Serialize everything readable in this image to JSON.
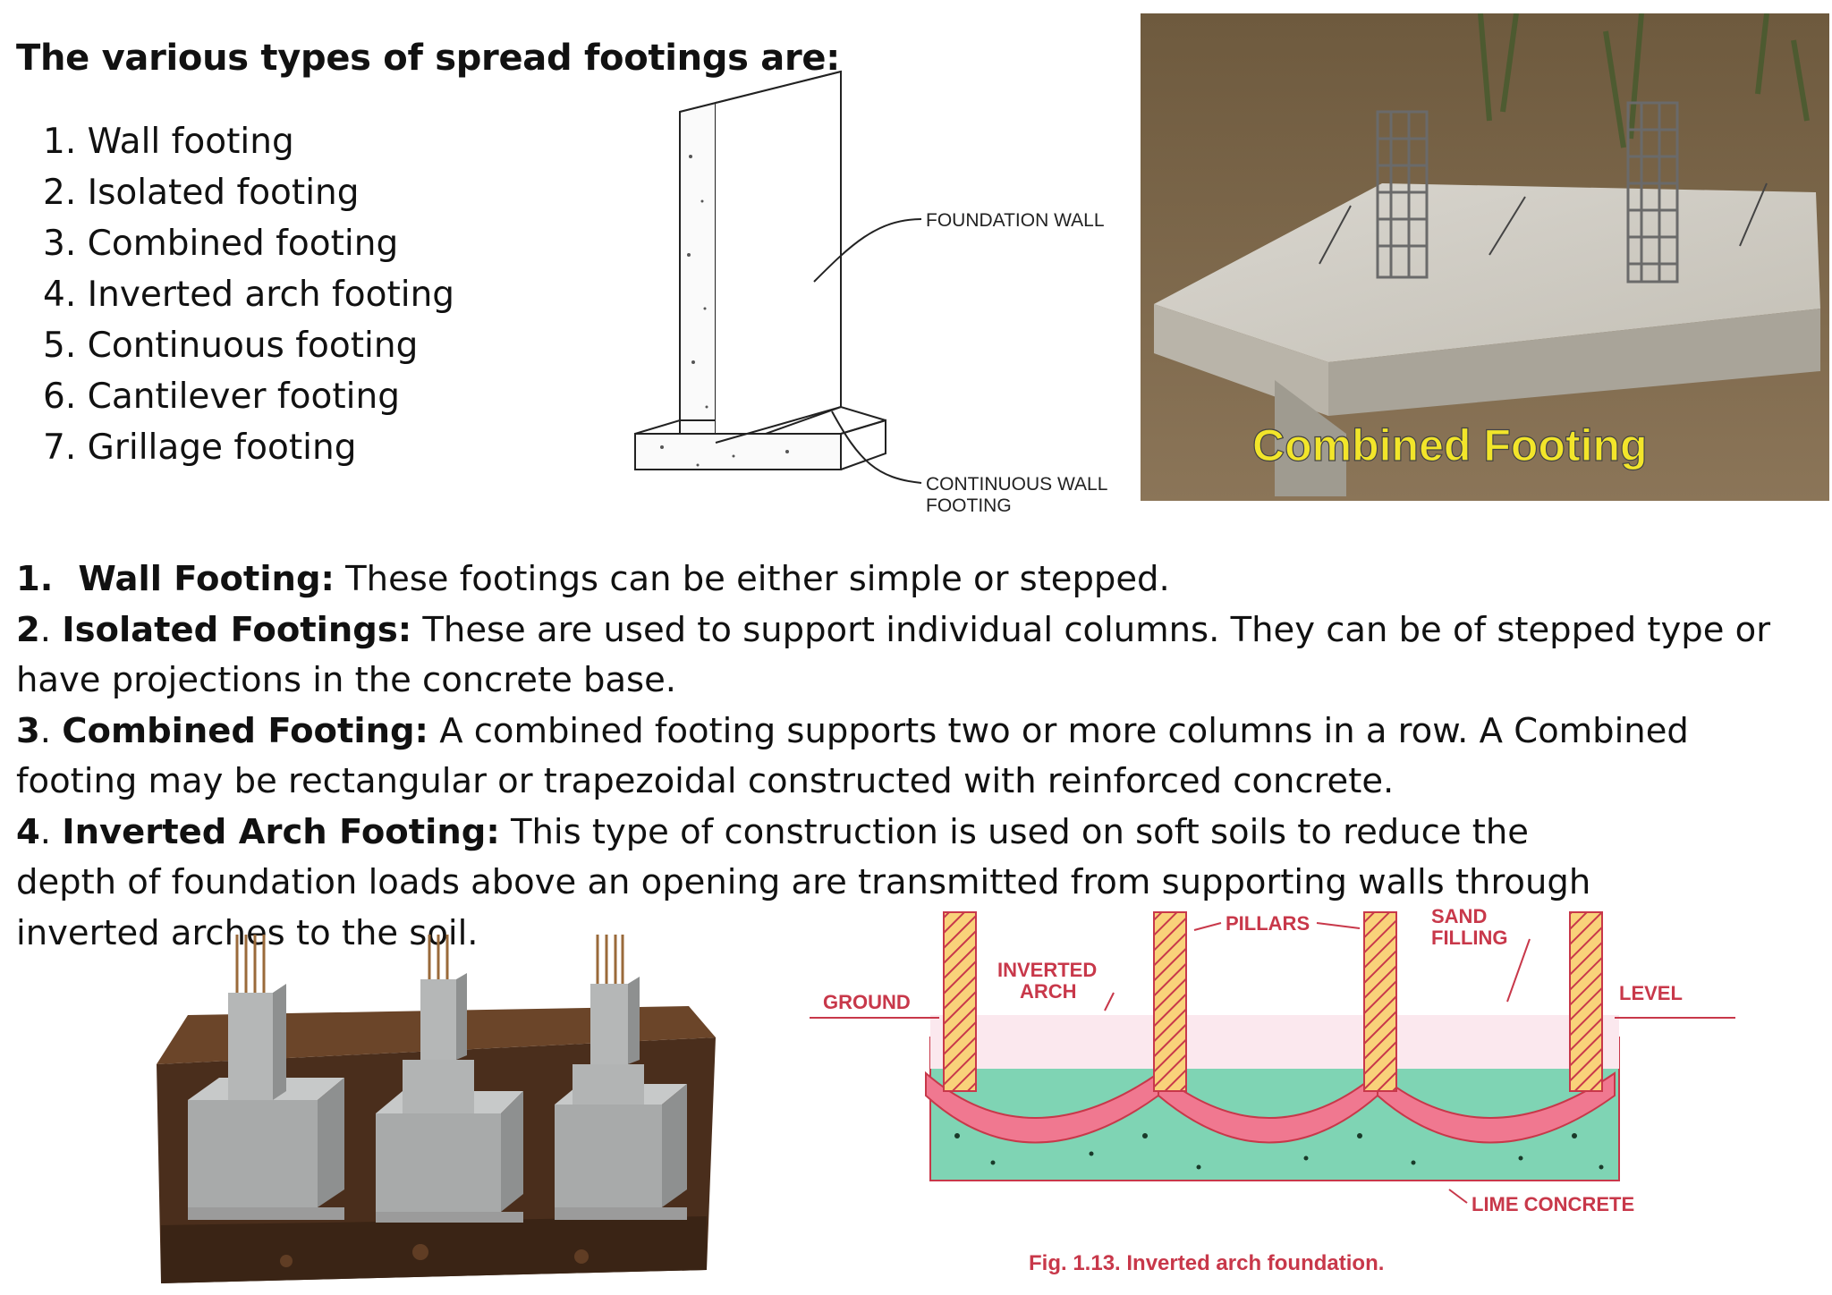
{
  "heading": "The various types of spread footings are:",
  "types": [
    "1. Wall footing",
    "2. Isolated footing",
    "3. Combined footing",
    "4. Inverted arch footing",
    "5. Continuous footing",
    "6. Cantilever footing",
    "7. Grillage footing"
  ],
  "descriptions": [
    {
      "num": "1.",
      "term": "Wall Footing:",
      "text": " These footings can be either simple or stepped."
    },
    {
      "num": "2",
      "term": "Isolated Footings:",
      "text": " These are used to support individual columns. They can be of stepped type or have projections in the concrete base."
    },
    {
      "num": "3",
      "term": "Combined Footing:",
      "text": " A combined footing supports two or more columns in a row. A Combined footing may be rectangular or trapezoidal constructed with reinforced concrete."
    },
    {
      "num": "4",
      "term": "Inverted Arch Footing:",
      "text": " This type of construction is used on soft soils to reduce the depth of foundation loads above an opening are transmitted from supporting walls through inverted arches to the soil."
    }
  ],
  "wall_diagram": {
    "label_wall": "FOUNDATION WALL",
    "label_footing_1": "CONTINUOUS WALL",
    "label_footing_2": "FOOTING"
  },
  "photo": {
    "caption": "Combined Footing",
    "caption_color": "#f2e52a"
  },
  "arch_diagram": {
    "label_pillars": "PILLARS",
    "label_sand_1": "SAND",
    "label_sand_2": "FILLING",
    "label_inverted_1": "INVERTED",
    "label_inverted_2": "ARCH",
    "label_ground": "GROUND",
    "label_level": "LEVEL",
    "label_lime": "LIME CONCRETE",
    "caption": "Fig.  1.13.  Inverted arch foundation.",
    "label_color": "#c8384a",
    "arch_color": "#f07890",
    "concrete_color": "#7fd4b4"
  }
}
